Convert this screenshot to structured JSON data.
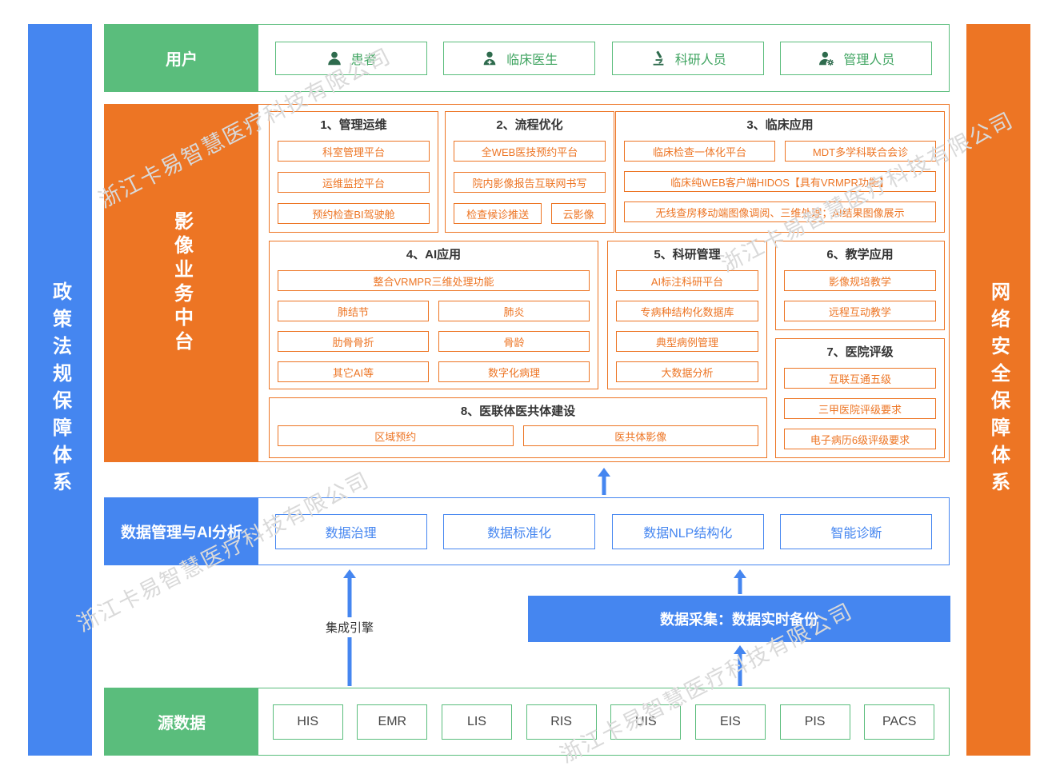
{
  "watermark": {
    "text": "浙江卡易智慧医疗科技有限公司",
    "color": "#d9d9d9"
  },
  "colors": {
    "green": "#5ABD7C",
    "orange": "#ED7524",
    "blue": "#4586F0"
  },
  "side_bars": {
    "left": {
      "label": "政策法规保障体系"
    },
    "right": {
      "label": "网络安全保障体系"
    }
  },
  "users": {
    "label": "用户",
    "items": [
      {
        "icon": "patient-icon",
        "label": "患者"
      },
      {
        "icon": "doctor-icon",
        "label": "临床医生"
      },
      {
        "icon": "microscope-icon",
        "label": "科研人员"
      },
      {
        "icon": "admin-icon",
        "label": "管理人员"
      }
    ]
  },
  "imaging_platform": {
    "label": "影像业务中台",
    "groups": [
      {
        "title": "1、管理运维",
        "items": [
          "科室管理平台",
          "运维监控平台",
          "预约检查BI驾驶舱"
        ]
      },
      {
        "title": "2、流程优化",
        "items": [
          "全WEB医技预约平台",
          "院内影像报告互联网书写",
          "检查候诊推送",
          "云影像"
        ]
      },
      {
        "title": "3、临床应用",
        "items": [
          "临床检查一体化平台",
          "MDT多学科联合会诊",
          "临床纯WEB客户端HIDOS【具有VRMPR功能】",
          "无线查房移动端图像调阅、三维处理；AI结果图像展示"
        ]
      },
      {
        "title": "4、AI应用",
        "items": [
          "整合VRMPR三维处理功能",
          "肺结节",
          "肺炎",
          "肋骨骨折",
          "骨龄",
          "其它AI等",
          "数字化病理"
        ]
      },
      {
        "title": "5、科研管理",
        "items": [
          "AI标注科研平台",
          "专病种结构化数据库",
          "典型病例管理",
          "大数据分析"
        ]
      },
      {
        "title": "6、教学应用",
        "items": [
          "影像规培教学",
          "远程互动教学"
        ]
      },
      {
        "title": "7、医院评级",
        "items": [
          "互联互通五级",
          "三甲医院评级要求",
          "电子病历6级评级要求"
        ]
      },
      {
        "title": "8、医联体医共体建设",
        "items": [
          "区域预约",
          "医共体影像"
        ]
      }
    ]
  },
  "data_management": {
    "label": "数据管理与AI分析",
    "items": [
      "数据治理",
      "数据标准化",
      "数据NLP结构化",
      "智能诊断"
    ]
  },
  "integration": {
    "engine_label": "集成引擎",
    "collection_label": "数据采集：数据实时备份"
  },
  "source_data": {
    "label": "源数据",
    "items": [
      "HIS",
      "EMR",
      "LIS",
      "RIS",
      "UIS",
      "EIS",
      "PIS",
      "PACS"
    ]
  }
}
